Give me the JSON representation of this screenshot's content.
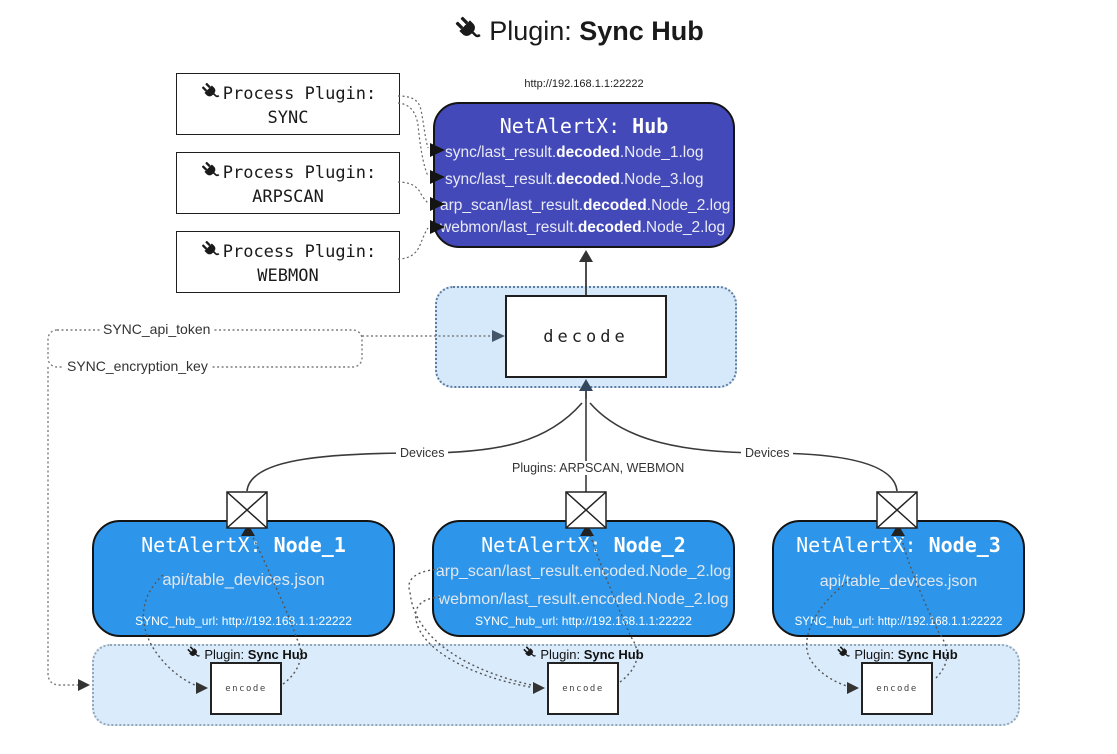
{
  "title": {
    "prefix": "Plugin: ",
    "bold": "Sync Hub"
  },
  "process_plugins": [
    {
      "line1": "Process Plugin:",
      "name": "SYNC"
    },
    {
      "line1": "Process Plugin:",
      "name": "ARPSCAN"
    },
    {
      "line1": "Process Plugin:",
      "name": "WEBMON"
    }
  ],
  "hub": {
    "url": "http://192.168.1.1:22222",
    "title_prefix": "NetAlertX: ",
    "title_bold": "Hub",
    "files": [
      {
        "pre": "sync/last_result.",
        "bold": "decoded",
        "post": ".Node_1.log"
      },
      {
        "pre": "sync/last_result.",
        "bold": "decoded",
        "post": ".Node_3.log"
      },
      {
        "pre": "arp_scan/last_result.",
        "bold": "decoded",
        "post": ".Node_2.log"
      },
      {
        "pre": "webmon/last_result.",
        "bold": "decoded",
        "post": ".Node_2.log"
      }
    ]
  },
  "decode": {
    "label": "decode"
  },
  "settings": {
    "api_token": "SYNC_api_token",
    "encryption_key": "SYNC_encryption_key"
  },
  "edges": {
    "devices_left": "Devices",
    "devices_right": "Devices",
    "plugins_center": "Plugins: ARPSCAN, WEBMON"
  },
  "nodes": [
    {
      "title_prefix": "NetAlertX: ",
      "title_bold": "Node_1",
      "files": [
        "api/table_devices.json"
      ],
      "hub_url": "SYNC_hub_url: http://192.168.1.1:22222"
    },
    {
      "title_prefix": "NetAlertX: ",
      "title_bold": "Node_2",
      "files": [
        "arp_scan/last_result.encoded.Node_2.log",
        "webmon/last_result.encoded.Node_2.log"
      ],
      "hub_url": "SYNC_hub_url: http://192.168.1.1:22222"
    },
    {
      "title_prefix": "NetAlertX: ",
      "title_bold": "Node_3",
      "files": [
        "api/table_devices.json"
      ],
      "hub_url": "SYNC_hub_url: http://192.168.1.1:22222"
    }
  ],
  "encode_band": {
    "groups": [
      {
        "label_prefix": "Plugin: ",
        "label_bold": "Sync Hub",
        "box": "encode"
      },
      {
        "label_prefix": "Plugin: ",
        "label_bold": "Sync Hub",
        "box": "encode"
      },
      {
        "label_prefix": "Plugin: ",
        "label_bold": "Sync Hub",
        "box": "encode"
      }
    ]
  },
  "colors": {
    "hub_fill": "#4349B8",
    "node_fill": "#2E96EA",
    "band_fill": "#DAEBFB",
    "decode_container_fill": "#D6E9FB",
    "line": "#444444"
  }
}
